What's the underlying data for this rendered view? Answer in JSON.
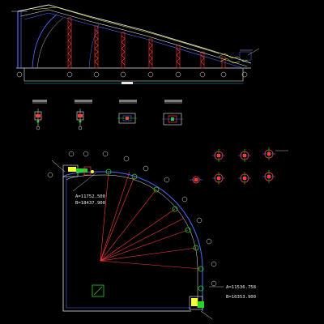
{
  "palette": {
    "background": "#000000",
    "outline": "#e8e8e8",
    "structure": "#4a6cff",
    "members": "#ff3b3b",
    "dimension": "#2bd9ff",
    "highlight": "#f2ff3a",
    "detail_green": "#26d426",
    "magenta": "#ff3cff"
  },
  "annotations": {
    "coord_a_upper": "A=11752.500",
    "coord_b_upper": "B=18437.900",
    "coord_a_lower": "A=11536.758",
    "coord_b_lower": "B=10353.900"
  }
}
